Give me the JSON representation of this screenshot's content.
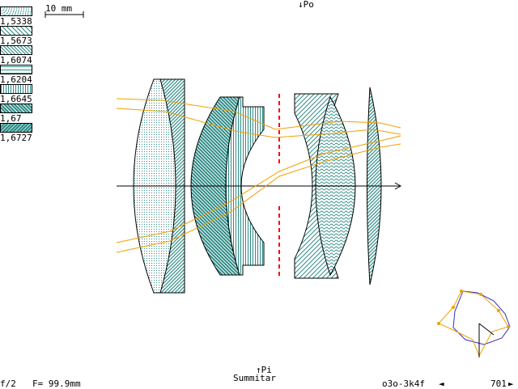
{
  "header": {
    "scale_label": "10 mm",
    "object_marker": "↓Po"
  },
  "legend": [
    {
      "label": "1,5338",
      "pattern": "dots-sparse",
      "color": "#2e8b86"
    },
    {
      "label": "1,5673",
      "pattern": "diag-sparse",
      "color": "#2e8b86"
    },
    {
      "label": "1,6074",
      "pattern": "diag-dense",
      "color": "#2e8b86"
    },
    {
      "label": "1,6204",
      "pattern": "dots-fine",
      "color": "#2e8b86"
    },
    {
      "label": "1,6645",
      "pattern": "vertical",
      "color": "#2e8b86"
    },
    {
      "label": "1,67",
      "pattern": "crosshatch",
      "color": "#2e8b86"
    },
    {
      "label": "1,6727",
      "pattern": "weave",
      "color": "#2e8b86"
    }
  ],
  "footer": {
    "aperture": "f/2",
    "focal": "F= 99.9mm",
    "image_marker": "↑Pi",
    "lens_name": "Summitar",
    "code": "o3o-3k4f",
    "nav_left": "◄",
    "page": "701",
    "nav_right": "►"
  },
  "colors": {
    "glass": "#2e8b86",
    "ray": "#f0a000",
    "stop": "#ff0000",
    "axis": "#000000",
    "inset": "#3030c0"
  }
}
